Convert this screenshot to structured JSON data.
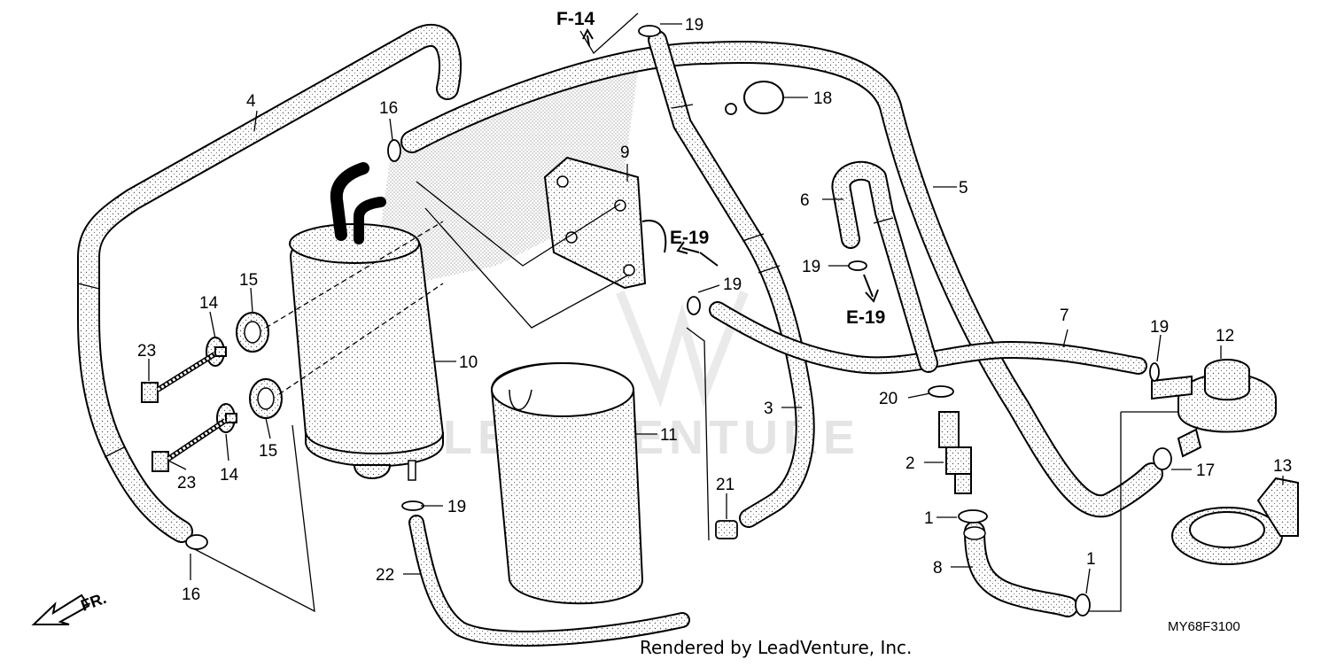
{
  "diagram": {
    "callouts": [
      {
        "id": "c1a",
        "label": "1"
      },
      {
        "id": "c1b",
        "label": "1"
      },
      {
        "id": "c2",
        "label": "2"
      },
      {
        "id": "c3",
        "label": "3"
      },
      {
        "id": "c4",
        "label": "4"
      },
      {
        "id": "c5",
        "label": "5"
      },
      {
        "id": "c6",
        "label": "6"
      },
      {
        "id": "c7",
        "label": "7"
      },
      {
        "id": "c8",
        "label": "8"
      },
      {
        "id": "c9",
        "label": "9"
      },
      {
        "id": "c10",
        "label": "10"
      },
      {
        "id": "c11",
        "label": "11"
      },
      {
        "id": "c12",
        "label": "12"
      },
      {
        "id": "c13",
        "label": "13"
      },
      {
        "id": "c14a",
        "label": "14"
      },
      {
        "id": "c14b",
        "label": "14"
      },
      {
        "id": "c15a",
        "label": "15"
      },
      {
        "id": "c15b",
        "label": "15"
      },
      {
        "id": "c16a",
        "label": "16"
      },
      {
        "id": "c16b",
        "label": "16"
      },
      {
        "id": "c17",
        "label": "17"
      },
      {
        "id": "c18",
        "label": "18"
      },
      {
        "id": "c19a",
        "label": "19"
      },
      {
        "id": "c19b",
        "label": "19"
      },
      {
        "id": "c19c",
        "label": "19"
      },
      {
        "id": "c19d",
        "label": "19"
      },
      {
        "id": "c19e",
        "label": "19"
      },
      {
        "id": "c20",
        "label": "20"
      },
      {
        "id": "c21",
        "label": "21"
      },
      {
        "id": "c22",
        "label": "22"
      },
      {
        "id": "c23a",
        "label": "23"
      },
      {
        "id": "c23b",
        "label": "23"
      }
    ],
    "refs": {
      "f14": "F-14",
      "e19a": "E-19",
      "e19b": "E-19"
    },
    "direction_label": "FR.",
    "diagram_code": "MY68F3100",
    "credit": "Rendered by LeadVenture, Inc.",
    "watermark": "LEADVENTURE"
  }
}
